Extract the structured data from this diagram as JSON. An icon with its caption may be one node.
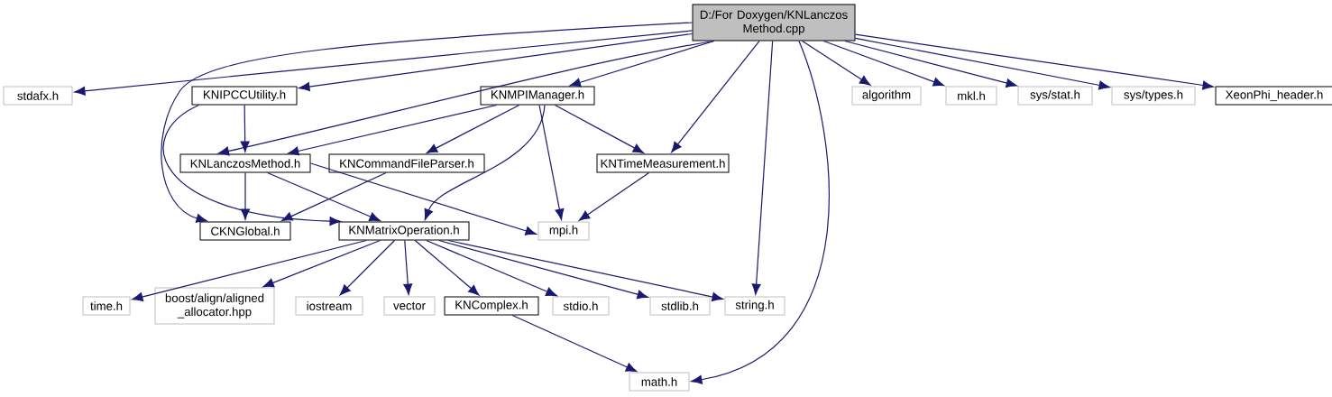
{
  "diagram": {
    "nodes": [
      {
        "text": [
          "D:/For Doxygen/KNLanczos Method.cpp"
        ]
      },
      {
        "text": [
          "stdafx.h"
        ]
      },
      {
        "text": [
          "KNIPCCUtility.h"
        ]
      },
      {
        "text": [
          "KNMPIManager.h"
        ]
      },
      {
        "text": [
          "algorithm"
        ]
      },
      {
        "text": [
          "mkl.h"
        ]
      },
      {
        "text": [
          "sys/stat.h"
        ]
      },
      {
        "text": [
          "sys/types.h"
        ]
      },
      {
        "text": [
          "XeonPhi_header.h"
        ]
      },
      {
        "text": [
          "KNLanczosMethod.h"
        ]
      },
      {
        "text": [
          "KNCommandFileParser.h"
        ]
      },
      {
        "text": [
          "KNTimeMeasurement.h"
        ]
      },
      {
        "text": [
          "CKNGlobal.h"
        ]
      },
      {
        "text": [
          "KNMatrixOperation.h"
        ]
      },
      {
        "text": [
          "mpi.h"
        ]
      },
      {
        "text": [
          "time.h"
        ]
      },
      {
        "text": [
          "boost/align/aligned _allocator.hpp"
        ]
      },
      {
        "text": [
          "iostream"
        ]
      },
      {
        "text": [
          "vector"
        ]
      },
      {
        "text": [
          "KNComplex.h"
        ]
      },
      {
        "text": [
          "stdio.h"
        ]
      },
      {
        "text": [
          "stdlib.h"
        ]
      },
      {
        "text": [
          "string.h"
        ]
      },
      {
        "text": [
          "math.h"
        ]
      }
    ],
    "edges": [
      {
        "from": 0,
        "to": 1,
        "arrow": "to"
      },
      {
        "from": 0,
        "to": 12,
        "arrow": "to"
      },
      {
        "from": 0,
        "to": 2,
        "arrow": "to"
      },
      {
        "from": 0,
        "to": 9,
        "arrow": "to"
      },
      {
        "from": 0,
        "to": 3,
        "arrow": "to"
      },
      {
        "from": 0,
        "to": 11,
        "arrow": "to"
      },
      {
        "from": 0,
        "to": 22,
        "arrow": "to"
      },
      {
        "from": 0,
        "to": 23,
        "arrow": "to"
      },
      {
        "from": 0,
        "to": 4,
        "arrow": "to"
      },
      {
        "from": 0,
        "to": 5,
        "arrow": "to"
      },
      {
        "from": 0,
        "to": 6,
        "arrow": "to"
      },
      {
        "from": 0,
        "to": 7,
        "arrow": "to"
      },
      {
        "from": 0,
        "to": 8,
        "arrow": "to"
      },
      {
        "from": 2,
        "to": 9,
        "arrow": "to"
      },
      {
        "from": 2,
        "to": 13,
        "arrow": "to"
      },
      {
        "from": 3,
        "to": 9,
        "arrow": "to"
      },
      {
        "from": 3,
        "to": 10,
        "arrow": "to"
      },
      {
        "from": 3,
        "to": 13,
        "arrow": "to"
      },
      {
        "from": 3,
        "to": 14,
        "arrow": "to"
      },
      {
        "from": 3,
        "to": 11,
        "arrow": "to"
      },
      {
        "from": 9,
        "to": 12,
        "arrow": "to"
      },
      {
        "from": 9,
        "to": 13,
        "arrow": "to"
      },
      {
        "from": 9,
        "to": 14,
        "arrow": "to"
      },
      {
        "from": 10,
        "to": 12,
        "arrow": "to"
      },
      {
        "from": 11,
        "to": 14,
        "arrow": "to"
      },
      {
        "from": 13,
        "to": 15,
        "arrow": "to"
      },
      {
        "from": 13,
        "to": 16,
        "arrow": "to"
      },
      {
        "from": 13,
        "to": 17,
        "arrow": "to"
      },
      {
        "from": 13,
        "to": 18,
        "arrow": "to"
      },
      {
        "from": 13,
        "to": 19,
        "arrow": "to"
      },
      {
        "from": 13,
        "to": 20,
        "arrow": "to"
      },
      {
        "from": 13,
        "to": 21,
        "arrow": "to"
      },
      {
        "from": 13,
        "to": 22,
        "arrow": "to"
      },
      {
        "from": 19,
        "to": 23,
        "arrow": "to"
      }
    ]
  }
}
